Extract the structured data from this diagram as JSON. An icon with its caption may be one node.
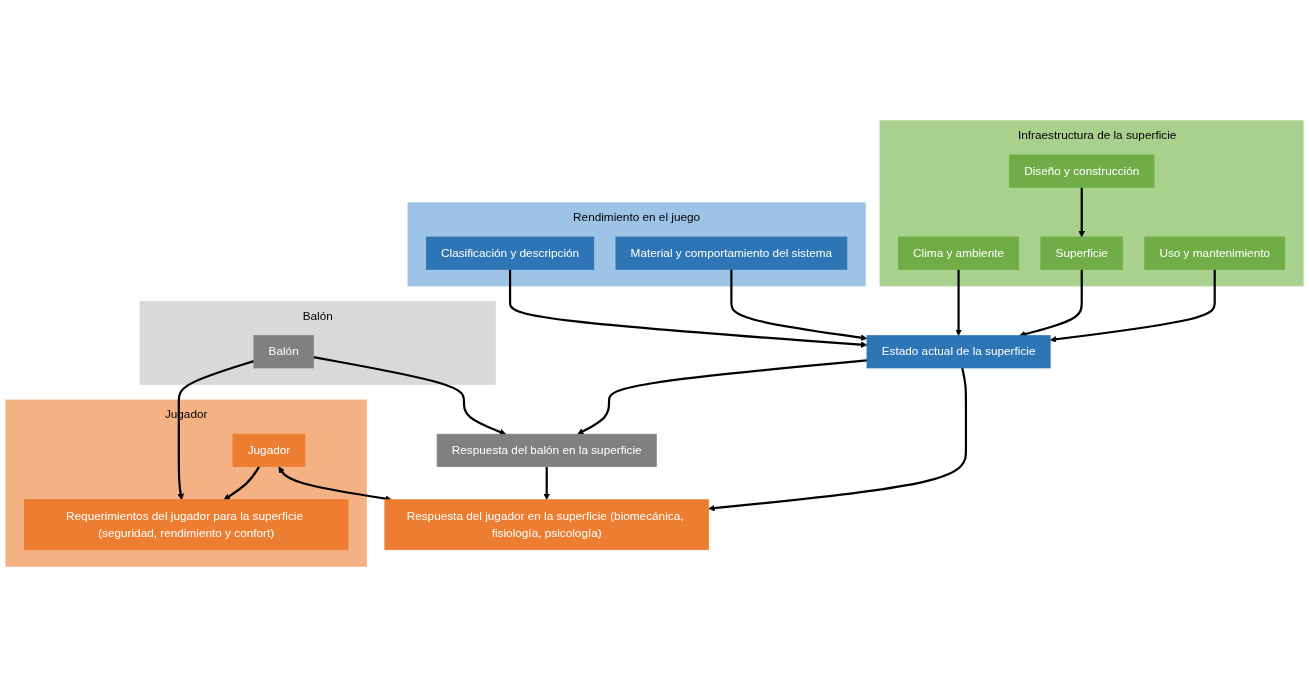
{
  "diagram": {
    "nodes": [
      {
        "text": [
          "Jugador"
        ]
      },
      {
        "text": [
          "Requerimientos del jugador para la superficie (seguridad, rendimiento y confort)"
        ],
        "in": 0
      },
      {
        "text": [
          "Jugador"
        ],
        "in": 0
      },
      {
        "text": [
          "Respuesta del jugador en la superficie (biomecánica, fisiología, psicología)"
        ]
      },
      {
        "text": [
          "Balón"
        ]
      },
      {
        "text": [
          "Balón"
        ],
        "in": 4
      },
      {
        "text": [
          "Respuesta del balón en la superficie"
        ]
      },
      {
        "text": [
          "Rendimiento en el juego"
        ]
      },
      {
        "text": [
          "Clasificación y descripción"
        ],
        "in": 7
      },
      {
        "text": [
          "Material y comportamiento del sistema"
        ],
        "in": 7
      },
      {
        "text": [
          "Estado actual de la superficie"
        ]
      },
      {
        "text": [
          "Infraestructura de la superficie"
        ]
      },
      {
        "text": [
          "Superficie"
        ],
        "in": 11
      },
      {
        "text": [
          "Clima y ambiente"
        ],
        "in": 11
      },
      {
        "text": [
          "Uso y mantenimiento"
        ],
        "in": 11
      },
      {
        "text": [
          "Diseño y construcción"
        ],
        "in": 11
      }
    ],
    "edges": [
      {
        "from": 5,
        "to": 1,
        "arrow": "to"
      },
      {
        "from": 5,
        "to": 6,
        "arrow": "to"
      },
      {
        "from": 6,
        "to": 3,
        "arrow": "to"
      },
      {
        "from": 2,
        "to": 1,
        "arrow": "to"
      },
      {
        "from": 2,
        "to": 3,
        "arrow": "both"
      },
      {
        "from": 8,
        "to": 10,
        "arrow": "to"
      },
      {
        "from": 9,
        "to": 10,
        "arrow": "to"
      },
      {
        "from": 10,
        "to": 3,
        "arrow": "to"
      },
      {
        "from": 10,
        "to": 6,
        "arrow": "to"
      },
      {
        "from": 13,
        "to": 10,
        "arrow": "to"
      },
      {
        "from": 12,
        "to": 10,
        "arrow": "to"
      },
      {
        "from": 14,
        "to": 10,
        "arrow": "to"
      },
      {
        "from": 15,
        "to": 12,
        "arrow": "to"
      }
    ]
  }
}
